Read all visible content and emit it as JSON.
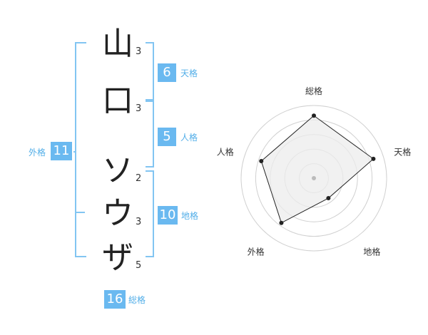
{
  "name_chars": [
    {
      "char": "山",
      "strokes": "3"
    },
    {
      "char": "口",
      "strokes": "3"
    },
    {
      "char": "ソ",
      "strokes": "2"
    },
    {
      "char": "ウ",
      "strokes": "3"
    },
    {
      "char": "ザ",
      "strokes": "5"
    }
  ],
  "boxes": {
    "tenkaku": {
      "value": "6",
      "label": "天格"
    },
    "jinkaku": {
      "value": "5",
      "label": "人格"
    },
    "chikaku": {
      "value": "10",
      "label": "地格"
    },
    "gaikaku": {
      "value": "11",
      "label": "外格"
    },
    "soukaku": {
      "value": "16",
      "label": "総格"
    }
  },
  "chart_data": {
    "type": "radar",
    "axes": [
      "総格",
      "天格",
      "地格",
      "外格",
      "人格"
    ],
    "values": [
      4.3,
      4.3,
      1.7,
      3.8,
      3.8
    ],
    "max": 5,
    "rings": 5,
    "colors": {
      "fill": "#ececec",
      "line": "#222222",
      "ring": "#d0d0d0",
      "center": "#bbbbbb"
    }
  }
}
